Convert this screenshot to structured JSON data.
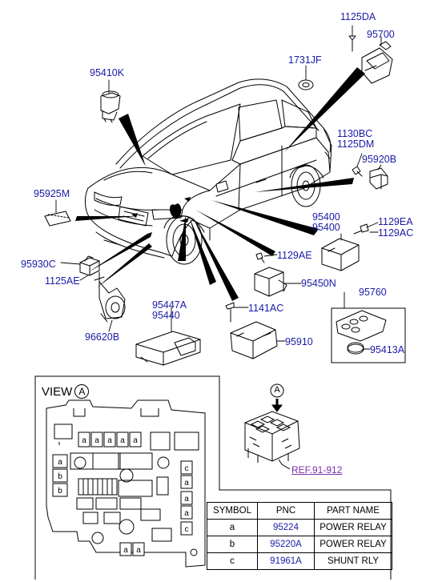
{
  "callouts": [
    {
      "id": "c1125da",
      "text": "1125DA"
    },
    {
      "id": "c95700",
      "text": "95700"
    },
    {
      "id": "c1731jf",
      "text": "1731JF"
    },
    {
      "id": "c95410k",
      "text": "95410K"
    },
    {
      "id": "c1130bc",
      "text": "1130BC"
    },
    {
      "id": "c1125dm",
      "text": "1125DM"
    },
    {
      "id": "c95920b",
      "text": "95920B"
    },
    {
      "id": "c95925m",
      "text": "95925M"
    },
    {
      "id": "c95400a",
      "text": "95400"
    },
    {
      "id": "c95400b",
      "text": "95400"
    },
    {
      "id": "c1129ea",
      "text": "1129EA"
    },
    {
      "id": "c1129ac",
      "text": "1129AC"
    },
    {
      "id": "c95930c",
      "text": "95930C"
    },
    {
      "id": "c1129ae",
      "text": "1129AE"
    },
    {
      "id": "c1125ae",
      "text": "1125AE"
    },
    {
      "id": "c95450n",
      "text": "95450N"
    },
    {
      "id": "c95760",
      "text": "95760"
    },
    {
      "id": "c95447a",
      "text": "95447A"
    },
    {
      "id": "c95440",
      "text": "95440"
    },
    {
      "id": "c1141ac",
      "text": "1141AC"
    },
    {
      "id": "c96620b",
      "text": "96620B"
    },
    {
      "id": "c95910",
      "text": "95910"
    },
    {
      "id": "c95413a",
      "text": "95413A"
    }
  ],
  "view": {
    "label": "VIEW",
    "marker": "A"
  },
  "detail_marker": "A",
  "reference": "REF.91-912",
  "fusebox_labels": {
    "a": "a",
    "b": "b",
    "c": "c"
  },
  "legend": {
    "headers": [
      "SYMBOL",
      "PNC",
      "PART NAME"
    ],
    "rows": [
      {
        "symbol": "a",
        "pnc": "95224",
        "name": "POWER RELAY"
      },
      {
        "symbol": "b",
        "pnc": "95220A",
        "name": "POWER RELAY"
      },
      {
        "symbol": "c",
        "pnc": "91961A",
        "name": "SHUNT RLY"
      }
    ]
  }
}
